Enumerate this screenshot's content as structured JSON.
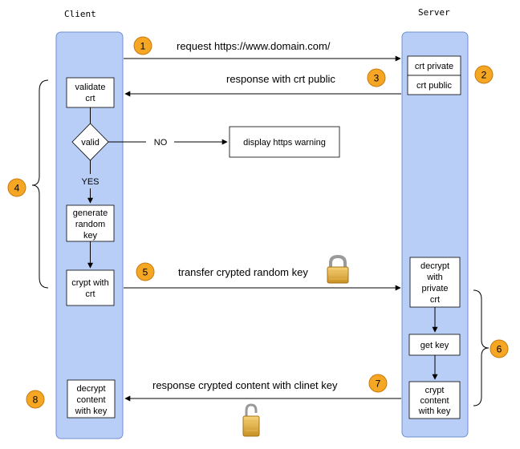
{
  "lanes": {
    "client": "Client",
    "server": "Server"
  },
  "colors": {
    "lane_fill": "#b8cef6",
    "lane_stroke": "#6f8fcf",
    "badge_fill": "#f5a623",
    "badge_stroke": "#c77a10",
    "box_fill": "#ffffff",
    "line": "#000000"
  },
  "steps": {
    "s1": {
      "number": "1",
      "label": "request https://www.domain.com/"
    },
    "s2": {
      "number": "2"
    },
    "s3": {
      "number": "3",
      "label": "response with crt public"
    },
    "s4": {
      "number": "4"
    },
    "s5": {
      "number": "5",
      "label": "transfer crypted random key"
    },
    "s6": {
      "number": "6"
    },
    "s7": {
      "number": "7",
      "label": "response crypted content with clinet key"
    },
    "s8": {
      "number": "8"
    }
  },
  "client_boxes": {
    "validate": [
      "validate",
      "crt"
    ],
    "generate": [
      "generate",
      "random",
      "key"
    ],
    "crypt": [
      "crypt with",
      "crt"
    ],
    "decrypt": [
      "decrypt",
      "content",
      "with key"
    ]
  },
  "server_boxes": {
    "crt_private": "crt private",
    "crt_public": "crt public",
    "decrypt": [
      "decrypt",
      "with",
      "private",
      "crt"
    ],
    "get_key": "get key",
    "crypt": [
      "crypt",
      "content",
      "with key"
    ]
  },
  "decision": {
    "label": "valid",
    "no": "NO",
    "yes": "YES"
  },
  "warning_box": "display https warning",
  "icons": [
    "lock-icon",
    "lock-icon"
  ]
}
